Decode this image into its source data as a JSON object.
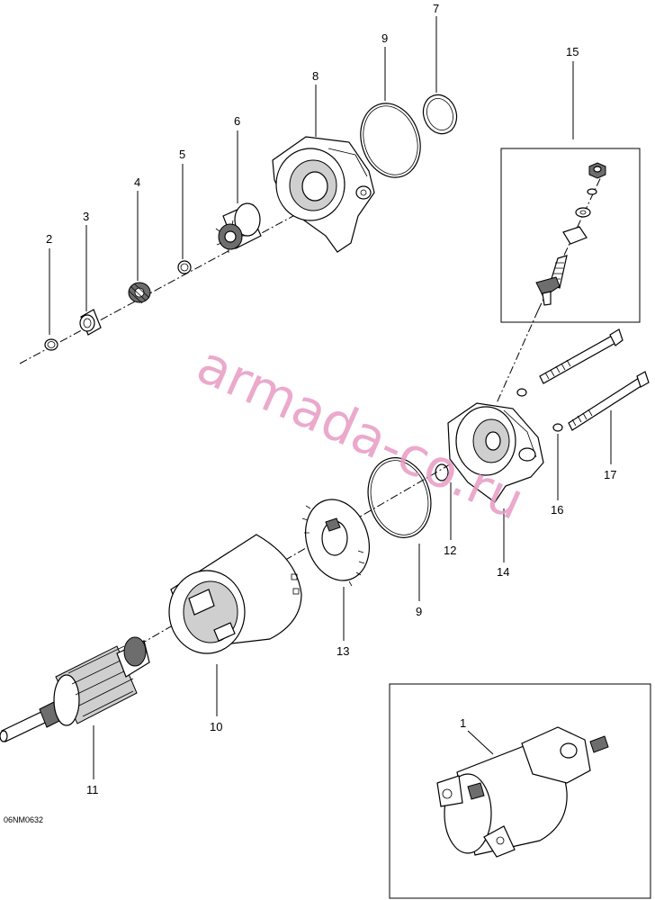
{
  "diagram_code": "06NM0632",
  "watermark": "armada-co.ru",
  "callouts": {
    "c1": "1",
    "c2": "2",
    "c3": "3",
    "c4": "4",
    "c5": "5",
    "c6": "6",
    "c7": "7",
    "c8": "8",
    "c9a": "9",
    "c9b": "9",
    "c10": "10",
    "c11": "11",
    "c12": "12",
    "c13": "13",
    "c14": "14",
    "c15": "15",
    "c16": "16",
    "c17": "17"
  }
}
